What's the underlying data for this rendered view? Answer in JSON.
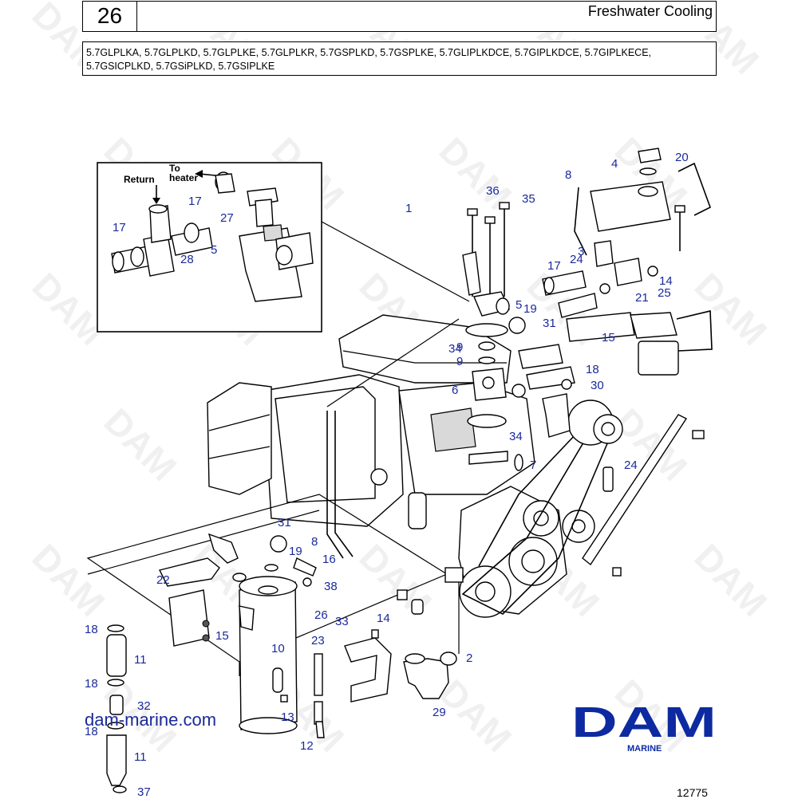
{
  "header": {
    "page_number": "26",
    "title": "Freshwater Cooling",
    "models_line_1": "5.7GLPLKA, 5.7GLPLKD, 5.7GLPLKE, 5.7GLPLKR, 5.7GSPLKD, 5.7GSPLKE, 5.7GLIPLKDCE, 5.7GIPLKDCE, 5.7GIPLKECE,",
    "models_line_2": "5.7GSICPLKD, 5.7GSiPLKD, 5.7GSIPLKE"
  },
  "inset": {
    "label_return": "Return",
    "label_to_heater": "To\nheater",
    "callouts": [
      "17",
      "17",
      "27",
      "5",
      "28"
    ]
  },
  "callouts": [
    "1",
    "2",
    "3",
    "4",
    "5",
    "6",
    "7",
    "8",
    "8",
    "9",
    "9",
    "10",
    "11",
    "11",
    "12",
    "13",
    "14",
    "14",
    "15",
    "15",
    "16",
    "17",
    "18",
    "18",
    "18",
    "18",
    "19",
    "19",
    "20",
    "21",
    "22",
    "23",
    "24",
    "24",
    "25",
    "26",
    "29",
    "30",
    "31",
    "31",
    "32",
    "33",
    "34",
    "34",
    "35",
    "36",
    "37",
    "38"
  ],
  "watermark": "DAM",
  "footer": {
    "website": "dam-marine.com",
    "brand": "DAM",
    "brand_sub": "MARINE",
    "drawing_number": "12775"
  },
  "colors": {
    "callout_blue": "#1a2a9a",
    "brand_blue": "#0d2aa0"
  }
}
